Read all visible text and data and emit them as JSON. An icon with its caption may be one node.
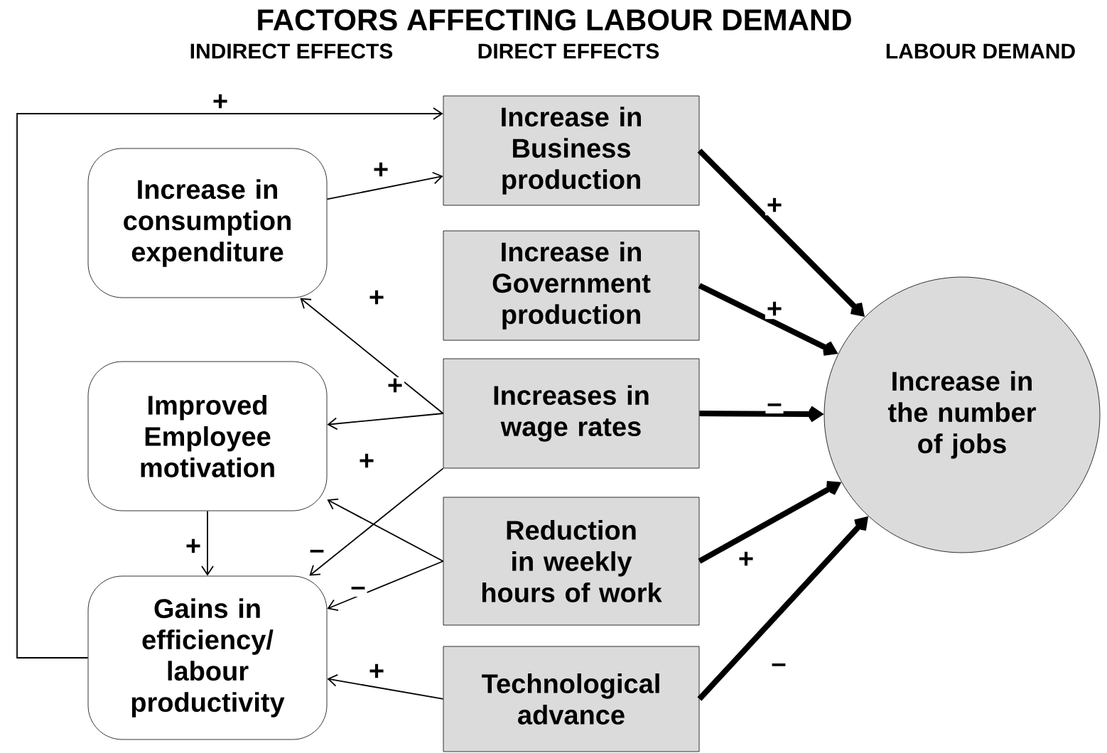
{
  "diagram": {
    "title": "FACTORS AFFECTING LABOUR DEMAND",
    "nodes": [
      {
        "text": [
          "Increase in consumption expenditure"
        ]
      },
      {
        "text": [
          "Improved Employee motivation"
        ]
      },
      {
        "text": [
          "Gains in efficiency/ labour productivity"
        ]
      },
      {
        "text": [
          "Increase in Business production"
        ]
      },
      {
        "text": [
          "Increase in Government production"
        ]
      },
      {
        "text": [
          "Increases in wage rates"
        ]
      },
      {
        "text": [
          "Reduction in weekly hours of work"
        ]
      },
      {
        "text": [
          "Technological advance"
        ]
      },
      {
        "text": [
          "Increase in the number of jobs"
        ]
      }
    ],
    "edges": [
      {
        "from": 2,
        "to": 3,
        "arrow": "to",
        "label": "+"
      },
      {
        "from": 0,
        "to": 3,
        "arrow": "to",
        "label": "+"
      },
      {
        "from": 5,
        "to": 0,
        "arrow": "to",
        "label": "+"
      },
      {
        "from": 5,
        "to": 1,
        "arrow": "to",
        "label": "+"
      },
      {
        "from": 6,
        "to": 1,
        "arrow": "to",
        "label": "+"
      },
      {
        "from": 1,
        "to": 2,
        "arrow": "to",
        "label": "+"
      },
      {
        "from": 5,
        "to": 2,
        "arrow": "to",
        "label": "–"
      },
      {
        "from": 6,
        "to": 2,
        "arrow": "to",
        "label": "–"
      },
      {
        "from": 7,
        "to": 2,
        "arrow": "to",
        "label": "+"
      },
      {
        "from": 3,
        "to": 8,
        "arrow": "to",
        "label": "+",
        "style": "thick"
      },
      {
        "from": 4,
        "to": 8,
        "arrow": "to",
        "label": "+",
        "style": "thick"
      },
      {
        "from": 5,
        "to": 8,
        "arrow": "to",
        "label": "–",
        "style": "thick"
      },
      {
        "from": 6,
        "to": 8,
        "arrow": "to",
        "label": "+",
        "style": "thick"
      },
      {
        "from": 7,
        "to": 8,
        "arrow": "to",
        "label": "–",
        "style": "thick"
      }
    ],
    "labels": [
      "INDIRECT EFFECTS",
      "DIRECT EFFECTS",
      "LABOUR DEMAND"
    ]
  }
}
